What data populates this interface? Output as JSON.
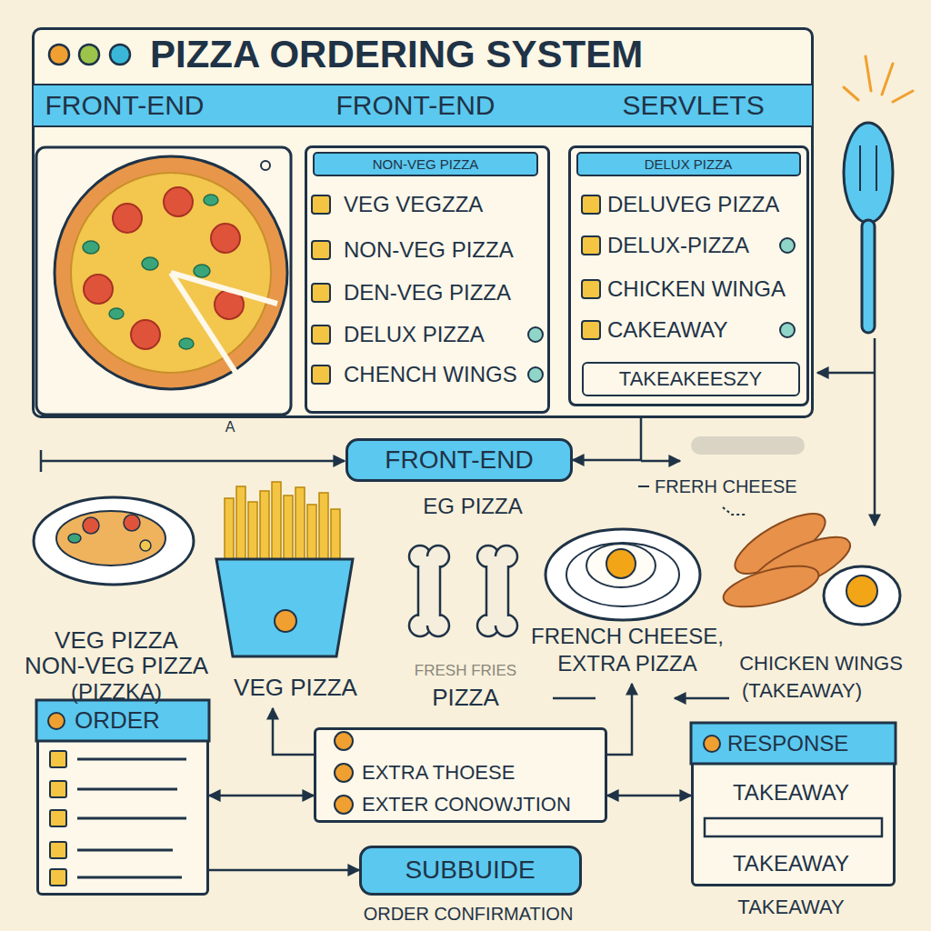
{
  "diagram": {
    "nodes": [
      {
        "text": [
          "PIZZA ORDERING SYSTEM"
        ]
      },
      {
        "text": [
          "FRONT-END",
          "FRONT-END",
          "SERVLETS"
        ],
        "in": 0
      },
      {
        "text": [
          "NON-VEG PIZZA",
          "VEG VEGZZA",
          "NON-VEG PIZZA",
          "DEN-VEG PIZZA",
          "DELUX PIZZA",
          "CHENCH WINGS"
        ],
        "in": 0
      },
      {
        "text": [
          "DELUX PIZZA",
          "DELUVEG PIZZA",
          "DELUX-PIZZA",
          "CHICKEN WINGA",
          "CAKEAWAY"
        ],
        "in": 0
      },
      {
        "text": [
          "TAKEAKEESZY"
        ],
        "in": 3
      },
      {
        "text": [
          "FRONT-END"
        ]
      },
      {
        "text": [
          "ORDER"
        ]
      },
      {
        "text": [
          "EXTRA THOESE",
          "EXTER CONOWJTION"
        ]
      },
      {
        "text": [
          "RESPONSE",
          "TAKEAWAY",
          "TAKEAWAY"
        ]
      },
      {
        "text": [
          "SUBBUIDE"
        ]
      }
    ],
    "edges": [
      {
        "from": 5,
        "to": 3,
        "arrow": "both"
      },
      {
        "from": 6,
        "to": 7,
        "arrow": "both"
      },
      {
        "from": 7,
        "to": 8,
        "arrow": "both"
      },
      {
        "from": 6,
        "to": 9,
        "arrow": "to"
      }
    ],
    "labels": [
      "A",
      "FRERH CHEESE",
      "EG PIZZA",
      "VEG PIZZA",
      "NON-VEG PIZZA",
      "(PIZZKA)",
      "VEG PIZZA",
      "FRESH FRIES",
      "PIZZA",
      "FRENCH CHEESE,",
      "EXTRA PIZZA",
      "CHICKEN WINGS",
      "(TAKEAWAY)",
      "ORDER CONFIRMATION",
      "TAKEAWAY"
    ]
  }
}
